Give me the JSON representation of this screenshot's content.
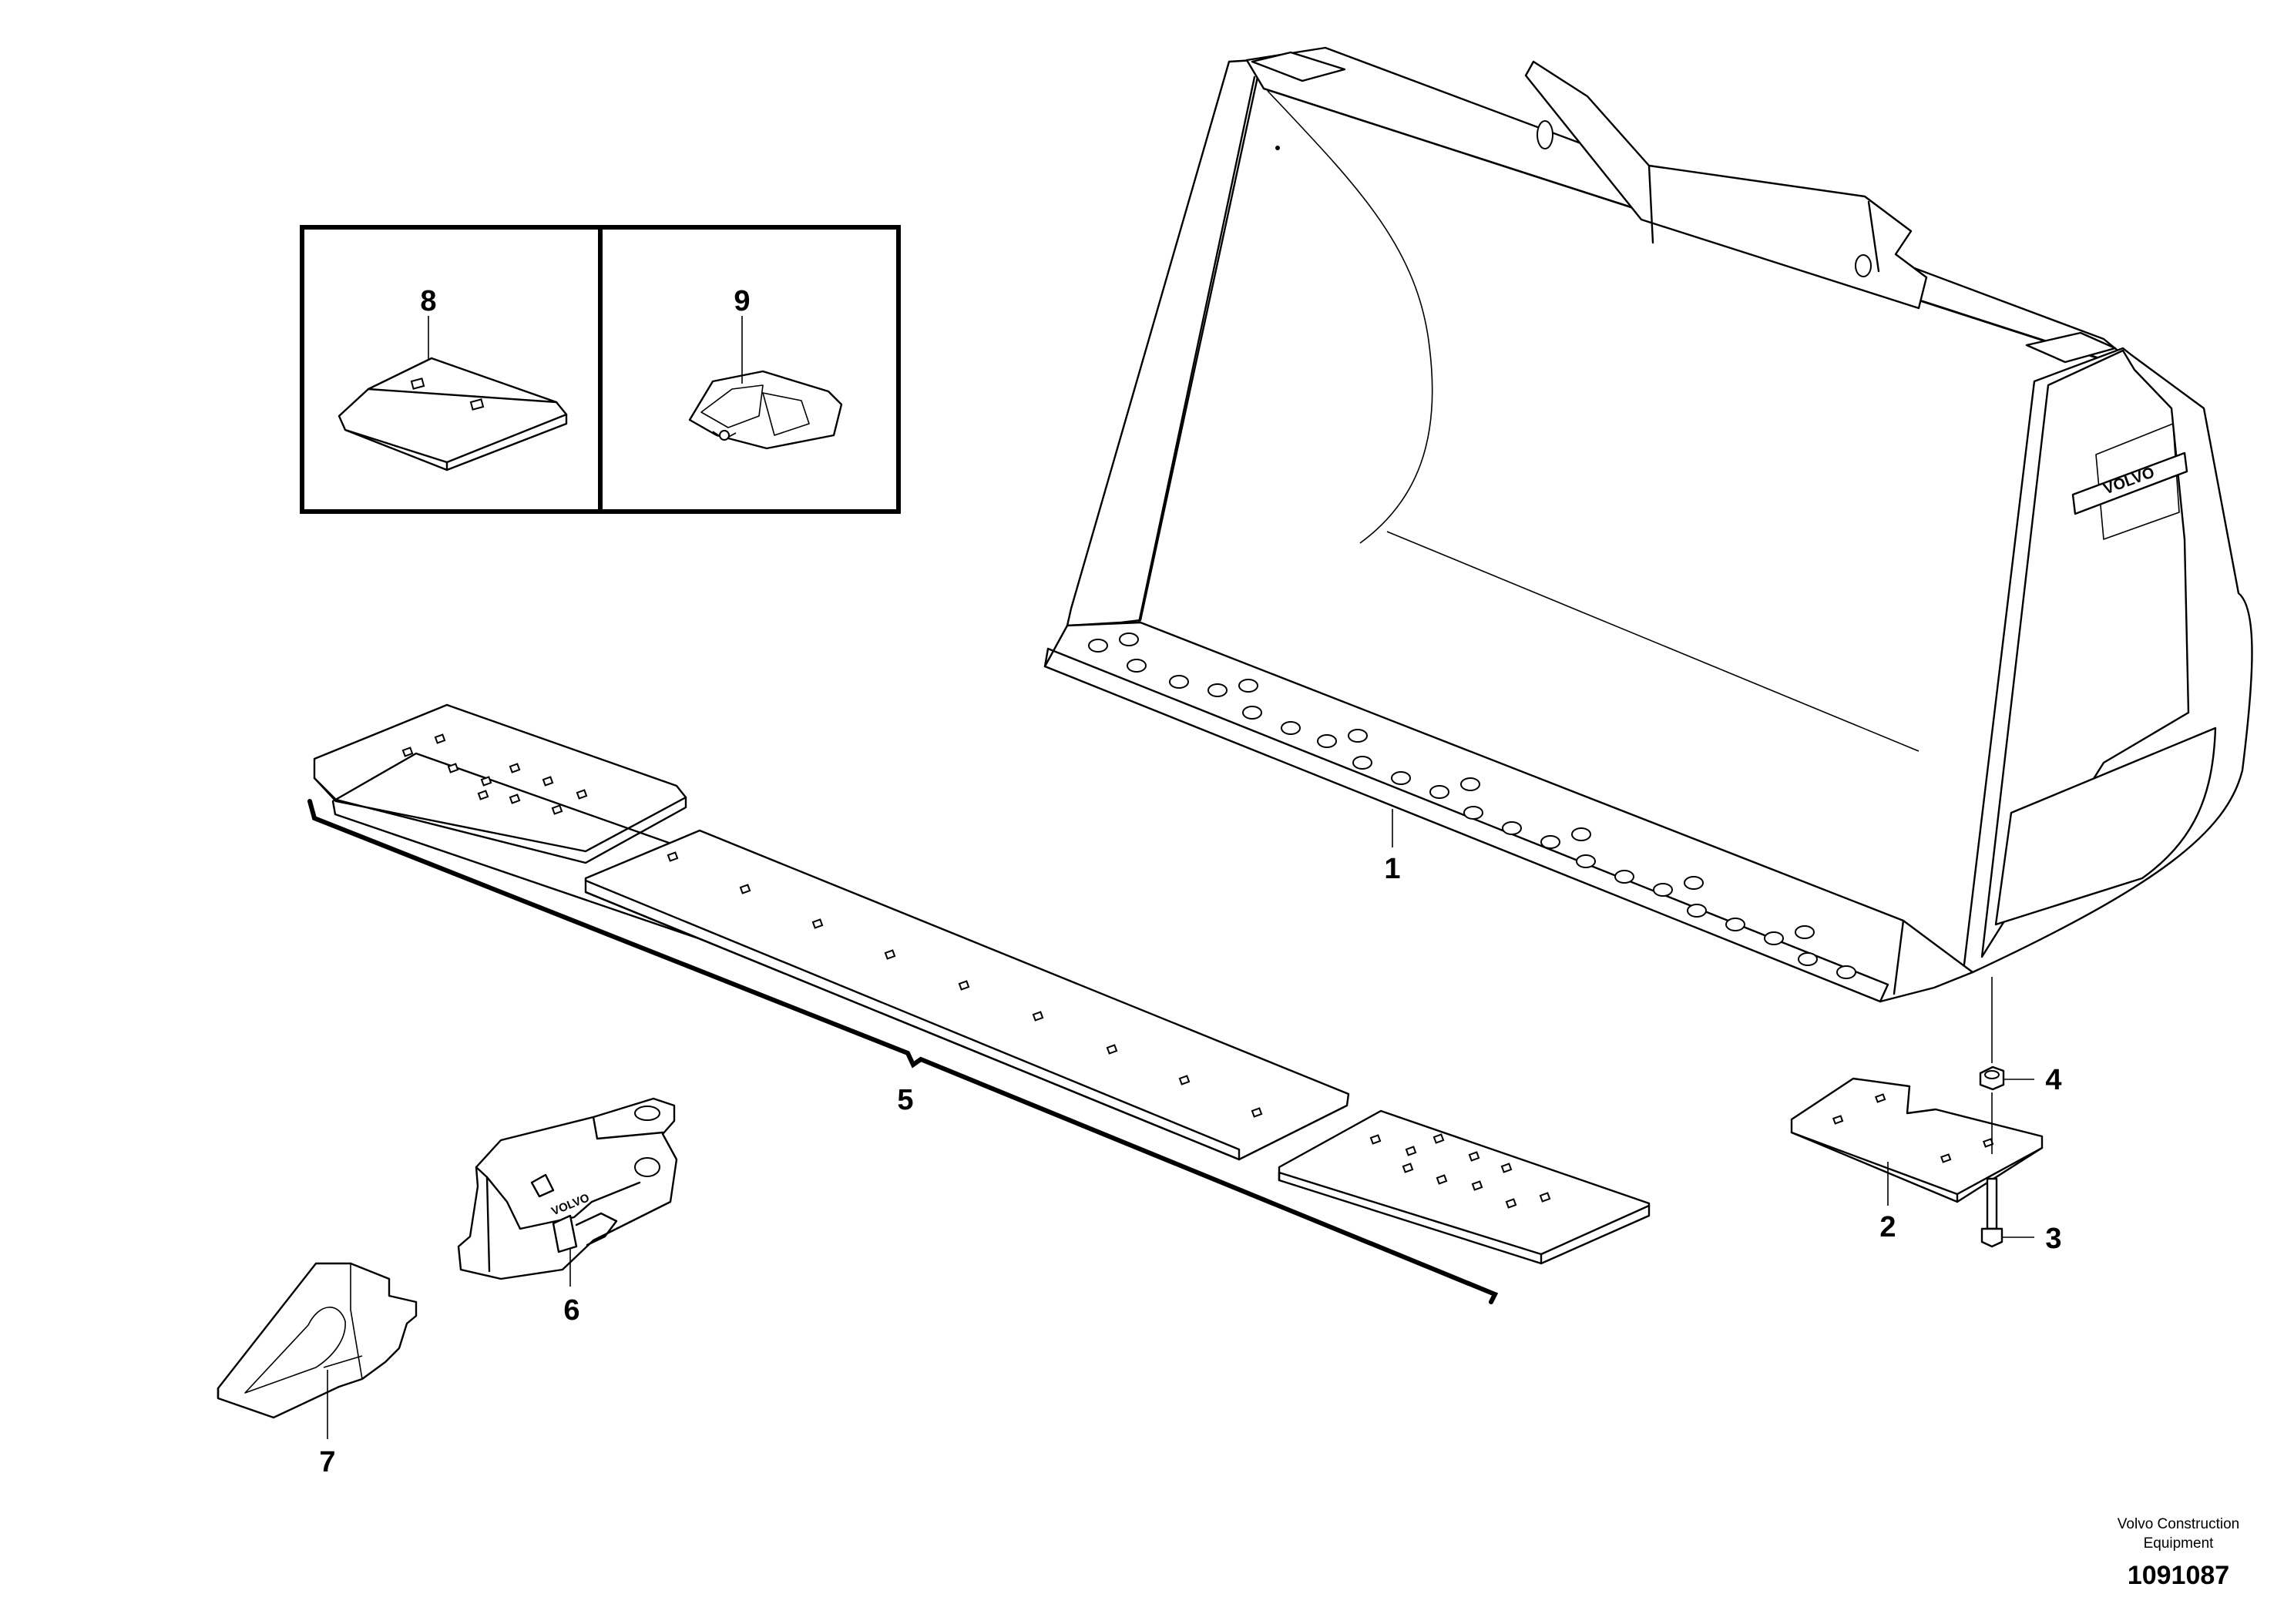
{
  "diagram": {
    "callouts": [
      {
        "id": "1",
        "label": "1"
      },
      {
        "id": "2",
        "label": "2"
      },
      {
        "id": "3",
        "label": "3"
      },
      {
        "id": "4",
        "label": "4"
      },
      {
        "id": "5",
        "label": "5"
      },
      {
        "id": "6",
        "label": "6"
      },
      {
        "id": "7",
        "label": "7"
      },
      {
        "id": "8",
        "label": "8"
      },
      {
        "id": "9",
        "label": "9"
      }
    ],
    "bucket_brand": "VOLVO",
    "adapter_brand": "VOLVO",
    "credit_line1": "Volvo Construction",
    "credit_line2": "Equipment",
    "figure_number": "1091087"
  }
}
